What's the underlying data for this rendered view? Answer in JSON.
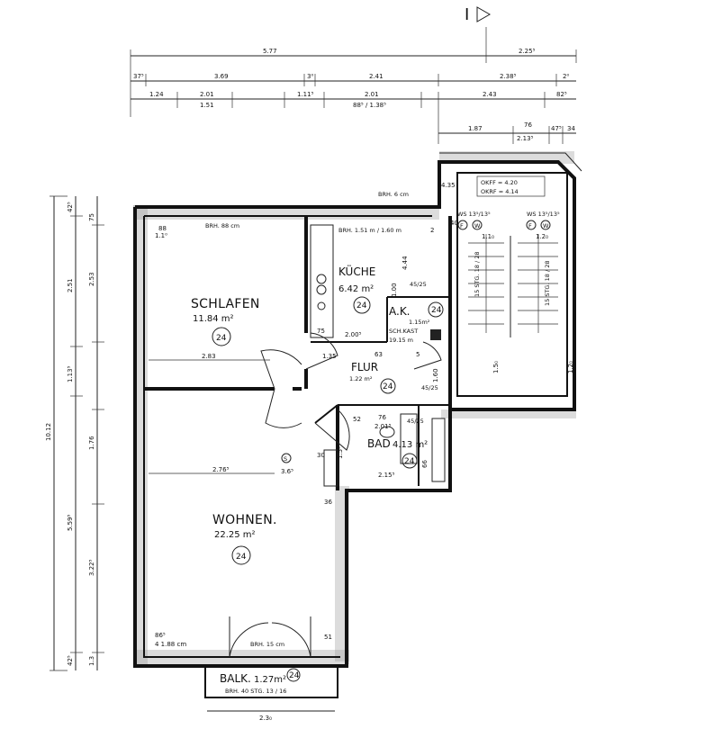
{
  "north_marker": "I",
  "top_dims": {
    "row1": [
      "5.77",
      "2.25⁵"
    ],
    "row2": [
      "37⁵",
      "3.69",
      "3⁰",
      "2.41",
      "2.38⁵",
      "2⁰"
    ],
    "row3a": [
      "1.24",
      "2.01",
      "1.11⁵",
      "2.01",
      "2.43",
      "82⁵"
    ],
    "row3b": [
      "1.51",
      "88⁵ / 1.38⁵"
    ],
    "row4": [
      "1.87",
      "76",
      "2.13⁵",
      "47⁵",
      "34"
    ]
  },
  "left_dims": {
    "total": "10.12",
    "outer": [
      "42⁵",
      "2.51",
      "1.13⁵",
      "5.59⁵",
      "42⁵"
    ],
    "inner": [
      "75",
      "2.53",
      "1.76",
      "3.22⁵",
      "1.3"
    ]
  },
  "rooms": {
    "schlafen": {
      "name": "SCHLAFEN",
      "area": "11.84 m²",
      "num": "24"
    },
    "kueche": {
      "name": "KÜCHE",
      "area": "6.42 m²",
      "num": "24"
    },
    "flur": {
      "name": "FLUR",
      "area": "1.22 m²",
      "num": "24"
    },
    "abk": {
      "name": "A.K.",
      "area": "1.15m²",
      "num": "24"
    },
    "bad": {
      "name": "BAD",
      "area": "4.13 m²",
      "num": "24"
    },
    "wohnen": {
      "name": "WOHNEN.",
      "area": "22.25 m²",
      "num": "24"
    },
    "balk": {
      "name": "BALK.",
      "area": "1.27m²",
      "num": "24"
    }
  },
  "notes": {
    "brh_schlafen": "BRH. 88 cm",
    "brh_kueche": "BRH. 1.51 m / 1.60 m",
    "brh_wohnen": "BRH. 15 cm",
    "brh_top": "BRH. 6 cm",
    "ok_ff": "OKFF = 4.20",
    "ok_rf": "OKRF = 4.14",
    "ws_left": "WS 13⁵/13⁵",
    "ws_right": "WS 13⁵/13⁵",
    "schkast": "SCH.KAST",
    "schkast_dim": "19.15 m",
    "stair_left": "15 STG. 18 / 28",
    "stair_right": "15 STG. 18 / 28",
    "door_a": "45/25",
    "door_b": "45/25",
    "door_c": "45/25",
    "balk_sub": "BRH. 40 STG. 13 / 16",
    "lbl_f": "F",
    "lbl_w": "W",
    "lbl_s": "S"
  },
  "misc_dims": {
    "m_283": "2.83",
    "m_2765": "2.76⁵",
    "m_75": "75",
    "m_2005": "2.00⁵",
    "m_76": "76",
    "m_2015": "2.01⁵",
    "m_215": "2.15⁵",
    "m_11": "1.1₀",
    "m_12": "1.2₀",
    "m_15": "1.5₀",
    "m_23": "2.3₀",
    "m_36": "36",
    "m_365": "3.6⁵",
    "m_51": "51",
    "m_86": "86⁵",
    "m_4": "4 1.88 cm",
    "m_14": "1.1⁰",
    "m_44": "4.44",
    "m_135": "1.35",
    "m_52": "52",
    "m_63": "63",
    "m_5": "5",
    "m_30": "30",
    "m_153": "1.5³",
    "m_435": "4.35",
    "m_88": "88",
    "m_40": "40",
    "m_2": "2",
    "m_100": "1.00",
    "m_160": "1.60",
    "m_66": "66"
  }
}
